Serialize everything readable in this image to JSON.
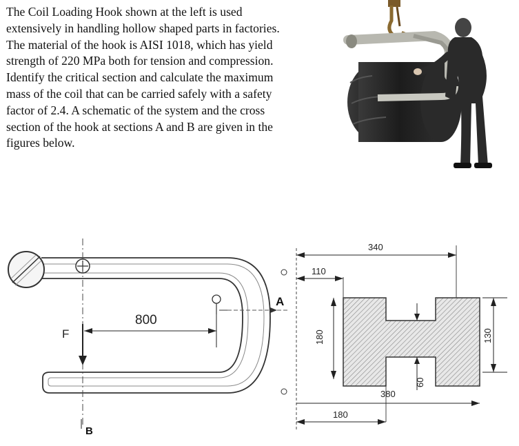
{
  "problem": {
    "lines": [
      "The Coil Loading Hook shown at the left is used",
      "extensively in handling hollow shaped parts in factories.",
      "The material of the hook is AISI 1018, which has yield",
      "strength of 220 MPa both for tension and compression.",
      "Identify the critical section and calculate the maximum",
      "mass of the coil that can be carried safely with a safety",
      "factor of 2.4. A schematic of the system and the cross",
      "section of the hook at sections A and B are given in the",
      "figures below."
    ]
  },
  "schematic": {
    "dim_800": "800",
    "label_F": "F",
    "label_A": "A",
    "label_B": "B"
  },
  "cross_section": {
    "dim_340": "340",
    "dim_110": "110",
    "dim_180_left": "180",
    "dim_60": "60",
    "dim_380": "380",
    "dim_180_bottom": "180",
    "dim_130": "130"
  }
}
